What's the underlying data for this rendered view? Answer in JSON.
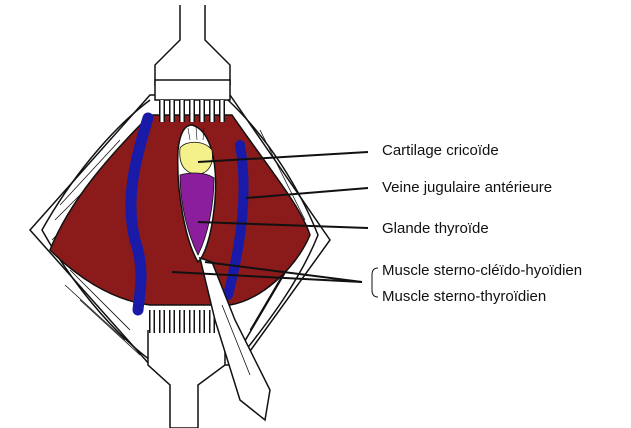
{
  "labels": {
    "cricoid": "Cartilage cricoïde",
    "jugular": "Veine jugulaire antérieure",
    "thyroid": "Glande thyroïde",
    "sternocleido": "Muscle sterno-cléïdo-hyoïdien",
    "sternothyroid": "Muscle sterno-thyroïdien"
  },
  "colors": {
    "muscle": "#8b1a1a",
    "vein": "#1a1aa8",
    "cartilage": "#f4f08a",
    "thyroid": "#8a1e9c",
    "outline": "#111111",
    "skin": "#ffffff"
  },
  "icons": {
    "retractor": "retractor-icon",
    "scalpel": "scalpel-icon"
  }
}
